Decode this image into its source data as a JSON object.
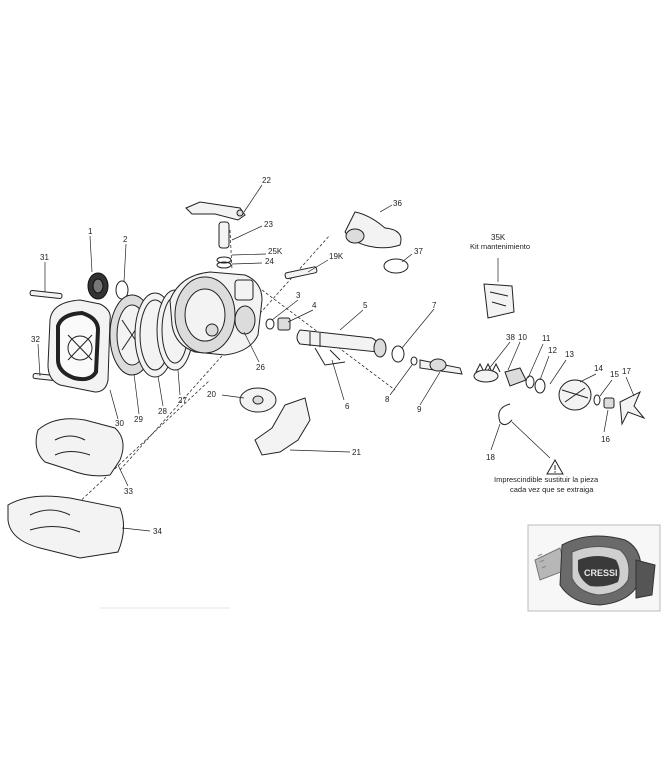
{
  "labels": [
    {
      "id": "1",
      "text": "1"
    },
    {
      "id": "2",
      "text": "2"
    },
    {
      "id": "3",
      "text": "3"
    },
    {
      "id": "4",
      "text": "4"
    },
    {
      "id": "5",
      "text": "5"
    },
    {
      "id": "6",
      "text": "6"
    },
    {
      "id": "7",
      "text": "7"
    },
    {
      "id": "8",
      "text": "8"
    },
    {
      "id": "9",
      "text": "9"
    },
    {
      "id": "10",
      "text": "10"
    },
    {
      "id": "11",
      "text": "11"
    },
    {
      "id": "12",
      "text": "12"
    },
    {
      "id": "13",
      "text": "13"
    },
    {
      "id": "14",
      "text": "14"
    },
    {
      "id": "15",
      "text": "15"
    },
    {
      "id": "16",
      "text": "16"
    },
    {
      "id": "17",
      "text": "17"
    },
    {
      "id": "18",
      "text": "18"
    },
    {
      "id": "19K",
      "text": "19K"
    },
    {
      "id": "20",
      "text": "20"
    },
    {
      "id": "21",
      "text": "21"
    },
    {
      "id": "22",
      "text": "22"
    },
    {
      "id": "23",
      "text": "23"
    },
    {
      "id": "24",
      "text": "24"
    },
    {
      "id": "25K",
      "text": "25K"
    },
    {
      "id": "26",
      "text": "26"
    },
    {
      "id": "27",
      "text": "27"
    },
    {
      "id": "28",
      "text": "28"
    },
    {
      "id": "29",
      "text": "29"
    },
    {
      "id": "30",
      "text": "30"
    },
    {
      "id": "31",
      "text": "31"
    },
    {
      "id": "32",
      "text": "32"
    },
    {
      "id": "33",
      "text": "33"
    },
    {
      "id": "34",
      "text": "34"
    },
    {
      "id": "35K",
      "text": "35K"
    },
    {
      "id": "36",
      "text": "36"
    },
    {
      "id": "37",
      "text": "37"
    },
    {
      "id": "38",
      "text": "38"
    }
  ],
  "kit": {
    "code": "35K",
    "line": "Kit mantenimiento"
  },
  "warning": {
    "line1": "Imprescindible sustituir la pieza",
    "line2": "cada vez que se extraiga"
  },
  "photo": {
    "brand": "CRESSI"
  }
}
